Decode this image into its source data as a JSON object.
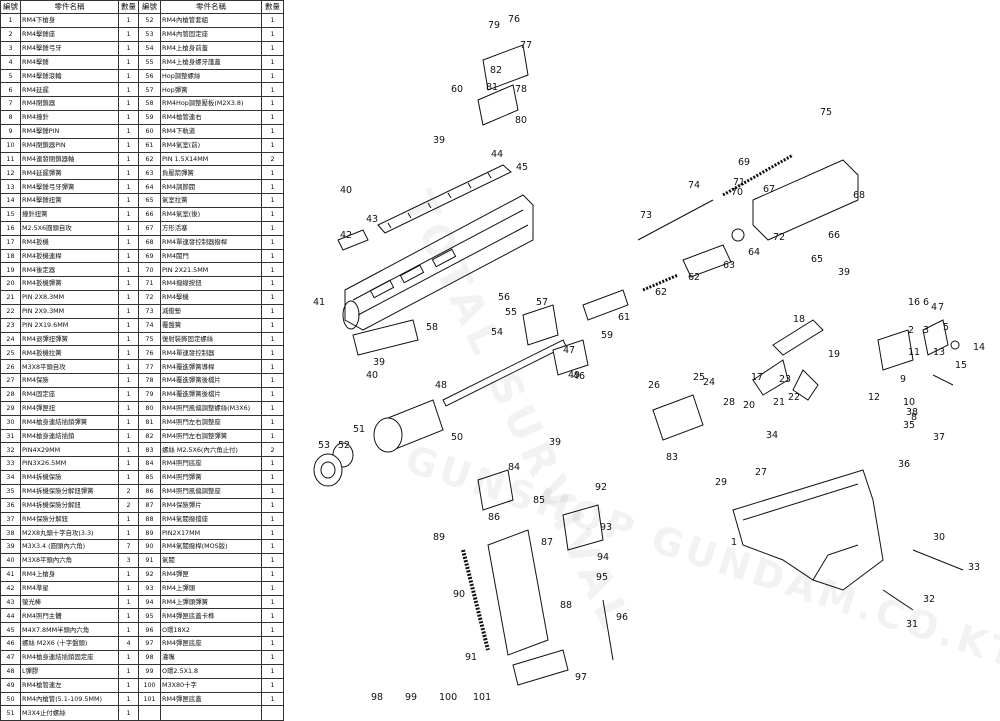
{
  "table": {
    "headers": [
      "編號",
      "零件名稱",
      "數量",
      "編號",
      "零件名稱",
      "數量"
    ],
    "rows": [
      [
        "1",
        "RM4下槍身",
        "1",
        "52",
        "RM4內槍管套組",
        "1"
      ],
      [
        "2",
        "RM4擊錘座",
        "1",
        "53",
        "RM4內管固定座",
        "1"
      ],
      [
        "3",
        "RM4擊錘弓牙",
        "1",
        "54",
        "RM4上槍身前蓋",
        "1"
      ],
      [
        "4",
        "RM4擊錘",
        "1",
        "55",
        "RM4上槍身螺牙護蓋",
        "1"
      ],
      [
        "5",
        "RM4擊錘滾輪",
        "1",
        "56",
        "Hop調整螺絲",
        "1"
      ],
      [
        "6",
        "RM4延遲",
        "1",
        "57",
        "Hop彈簧",
        "1"
      ],
      [
        "7",
        "RM4閉鎖器",
        "1",
        "58",
        "RM4Hop調整壓板(M2X3.8)",
        "1"
      ],
      [
        "8",
        "RM4撞針",
        "1",
        "59",
        "RM4槍管連右",
        "1"
      ],
      [
        "9",
        "RM4擊錘PIN",
        "1",
        "60",
        "RM4下軌道",
        "1"
      ],
      [
        "10",
        "RM4閉鎖器PIN",
        "1",
        "61",
        "RM4氣室(前)",
        "1"
      ],
      [
        "11",
        "RM4連發閉鎖器軸",
        "1",
        "62",
        "PIN 1.5X14MM",
        "2"
      ],
      [
        "12",
        "RM4延遲彈簧",
        "1",
        "63",
        "負壓箭彈簧",
        "1"
      ],
      [
        "13",
        "RM4擊錘弓牙彈簧",
        "1",
        "64",
        "RM4調節閥",
        "1"
      ],
      [
        "14",
        "RM4擊錘扭簧",
        "1",
        "65",
        "氣室拉簧",
        "1"
      ],
      [
        "15",
        "撞針扭簧",
        "1",
        "66",
        "RM4氣室(後)",
        "1"
      ],
      [
        "16",
        "M2.5X6圓頭自攻",
        "1",
        "67",
        "方形活塞",
        "1"
      ],
      [
        "17",
        "RM4扳機",
        "1",
        "68",
        "RM4單連發控制器撥桿",
        "1"
      ],
      [
        "18",
        "RM4扳機連桿",
        "1",
        "69",
        "RM4閥門",
        "1"
      ],
      [
        "19",
        "RM4後定器",
        "1",
        "70",
        "PIN 2X21.5MM",
        "1"
      ],
      [
        "20",
        "RM4扳機彈簧",
        "1",
        "71",
        "RM4撥線按鈕",
        "1"
      ],
      [
        "21",
        "PIN 2X8.3MM",
        "1",
        "72",
        "RM4擊機",
        "1"
      ],
      [
        "22",
        "PIN 2X9.3MM",
        "1",
        "73",
        "減衝墊",
        "1"
      ],
      [
        "23",
        "PIN 2X19.6MM",
        "1",
        "74",
        "覆盤簧",
        "1"
      ],
      [
        "24",
        "RM4退彈扭彈簧",
        "1",
        "75",
        "復射裝飾固定螺絲",
        "1"
      ],
      [
        "25",
        "RM4扳機拉簧",
        "1",
        "76",
        "RM4單連發控制器",
        "1"
      ],
      [
        "26",
        "M3X8平頭自攻",
        "1",
        "77",
        "RM4覆進彈簧導桿",
        "1"
      ],
      [
        "27",
        "RM4保險",
        "1",
        "78",
        "RM4覆進彈簧後檔片",
        "1"
      ],
      [
        "28",
        "RM4固定座",
        "1",
        "79",
        "RM4覆進彈簧後檔片",
        "1"
      ],
      [
        "29",
        "RM4彈匣扭",
        "1",
        "80",
        "RM4照門風偏調整螺絲(M3X6)",
        "1"
      ],
      [
        "30",
        "RM4槍身連結插銷彈簧",
        "1",
        "81",
        "RM4照門左右調整座",
        "1"
      ],
      [
        "31",
        "RM4槍身連結插銷",
        "1",
        "82",
        "RM4照門左右調整彈簧",
        "1"
      ],
      [
        "32",
        "PIN4X29MM",
        "1",
        "83",
        "螺絲 M2.5X6(內六角止付)",
        "2"
      ],
      [
        "33",
        "PIN3X26.5MM",
        "1",
        "84",
        "RM4照門底座",
        "1"
      ],
      [
        "34",
        "RM4拆機保險",
        "1",
        "85",
        "RM4照門彈簧",
        "1"
      ],
      [
        "35",
        "RM4拆機保險分解鈕彈簧",
        "2",
        "86",
        "RM4照門風偏調整座",
        "1"
      ],
      [
        "36",
        "RM4拆機保險分解鈕",
        "2",
        "87",
        "RM4保險彈片",
        "1"
      ],
      [
        "37",
        "RM4保險分解鈕",
        "1",
        "88",
        "RM4氣閥撥擋座",
        "1"
      ],
      [
        "38",
        "M2X8丸頭十字自攻(3.3)",
        "1",
        "89",
        "PIN2X17MM",
        "1"
      ],
      [
        "39",
        "M3X3.4 (圓頭內六角)",
        "7",
        "90",
        "RM4氣閥撥桿(MOS版)",
        "1"
      ],
      [
        "40",
        "M3X8平頭內六角",
        "3",
        "91",
        "氣閥",
        "1"
      ],
      [
        "41",
        "RM4上槍身",
        "1",
        "92",
        "RM4彈匣",
        "1"
      ],
      [
        "42",
        "RM4準星",
        "1",
        "93",
        "RM4上彈頭",
        "1"
      ],
      [
        "43",
        "螢光棒",
        "1",
        "94",
        "RM4上彈頭彈簧",
        "1"
      ],
      [
        "44",
        "RM4照門主體",
        "1",
        "95",
        "RM4彈匣底蓋卡榫",
        "1"
      ],
      [
        "45",
        "M4X7.8MM半頭內六角",
        "1",
        "96",
        "O環18X2",
        "1"
      ],
      [
        "46",
        "螺絲 M2X6 (十字盤頭)",
        "4",
        "97",
        "RM4彈匣底座",
        "1"
      ],
      [
        "47",
        "RM4槍身連結插銷固定座",
        "1",
        "98",
        "灌嘴",
        "1"
      ],
      [
        "48",
        "L彈膠",
        "1",
        "99",
        "O環2.5X1.8",
        "1"
      ],
      [
        "49",
        "RM4槍管連左",
        "1",
        "100",
        "M3X80十字",
        "1"
      ],
      [
        "50",
        "RM4內槍管(5.1-109.5MM)",
        "1",
        "101",
        "RM4彈匣底蓋",
        "1"
      ],
      [
        "51",
        "M3X4止付螺絲",
        "1",
        "",
        "",
        ""
      ]
    ]
  },
  "diagram": {
    "watermark_lines": [
      "TOTAL SURVIVAL",
      "GUNSHOP GUNDAM.CO.KT"
    ],
    "callouts": [
      "1",
      "2",
      "3",
      "4",
      "5",
      "6",
      "7",
      "8",
      "9",
      "10",
      "11",
      "12",
      "13",
      "14",
      "15",
      "16",
      "17",
      "18",
      "19",
      "20",
      "21",
      "22",
      "23",
      "24",
      "25",
      "26",
      "27",
      "28",
      "29",
      "30",
      "31",
      "32",
      "33",
      "34",
      "35",
      "36",
      "37",
      "38",
      "39",
      "39",
      "39",
      "39",
      "40",
      "40",
      "41",
      "42",
      "43",
      "44",
      "45",
      "46",
      "47",
      "48",
      "49",
      "50",
      "51",
      "52",
      "53",
      "54",
      "55",
      "56",
      "57",
      "58",
      "59",
      "60",
      "61",
      "62",
      "62",
      "63",
      "64",
      "65",
      "66",
      "67",
      "68",
      "69",
      "70",
      "71",
      "72",
      "73",
      "74",
      "75",
      "76",
      "77",
      "78",
      "79",
      "80",
      "81",
      "82",
      "83",
      "84",
      "85",
      "86",
      "87",
      "88",
      "89",
      "90",
      "91",
      "92",
      "93",
      "94",
      "95",
      "96",
      "97",
      "98",
      "99",
      "100",
      "101"
    ]
  }
}
